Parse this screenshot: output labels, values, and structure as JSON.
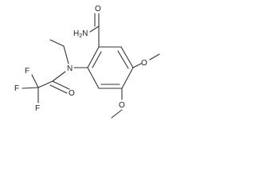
{
  "molecule": {
    "atoms": [
      {
        "id": "a1",
        "label": "H2N",
        "sub_index": 1
      },
      {
        "id": "a2",
        "label": "O"
      },
      {
        "id": "a3",
        "label": "N"
      },
      {
        "id": "a4",
        "label": "F"
      },
      {
        "id": "a5",
        "label": "F"
      },
      {
        "id": "a6",
        "label": "F"
      },
      {
        "id": "a7",
        "label": "O"
      },
      {
        "id": "a8",
        "label": "O"
      },
      {
        "id": "a9",
        "label": "O"
      }
    ]
  }
}
